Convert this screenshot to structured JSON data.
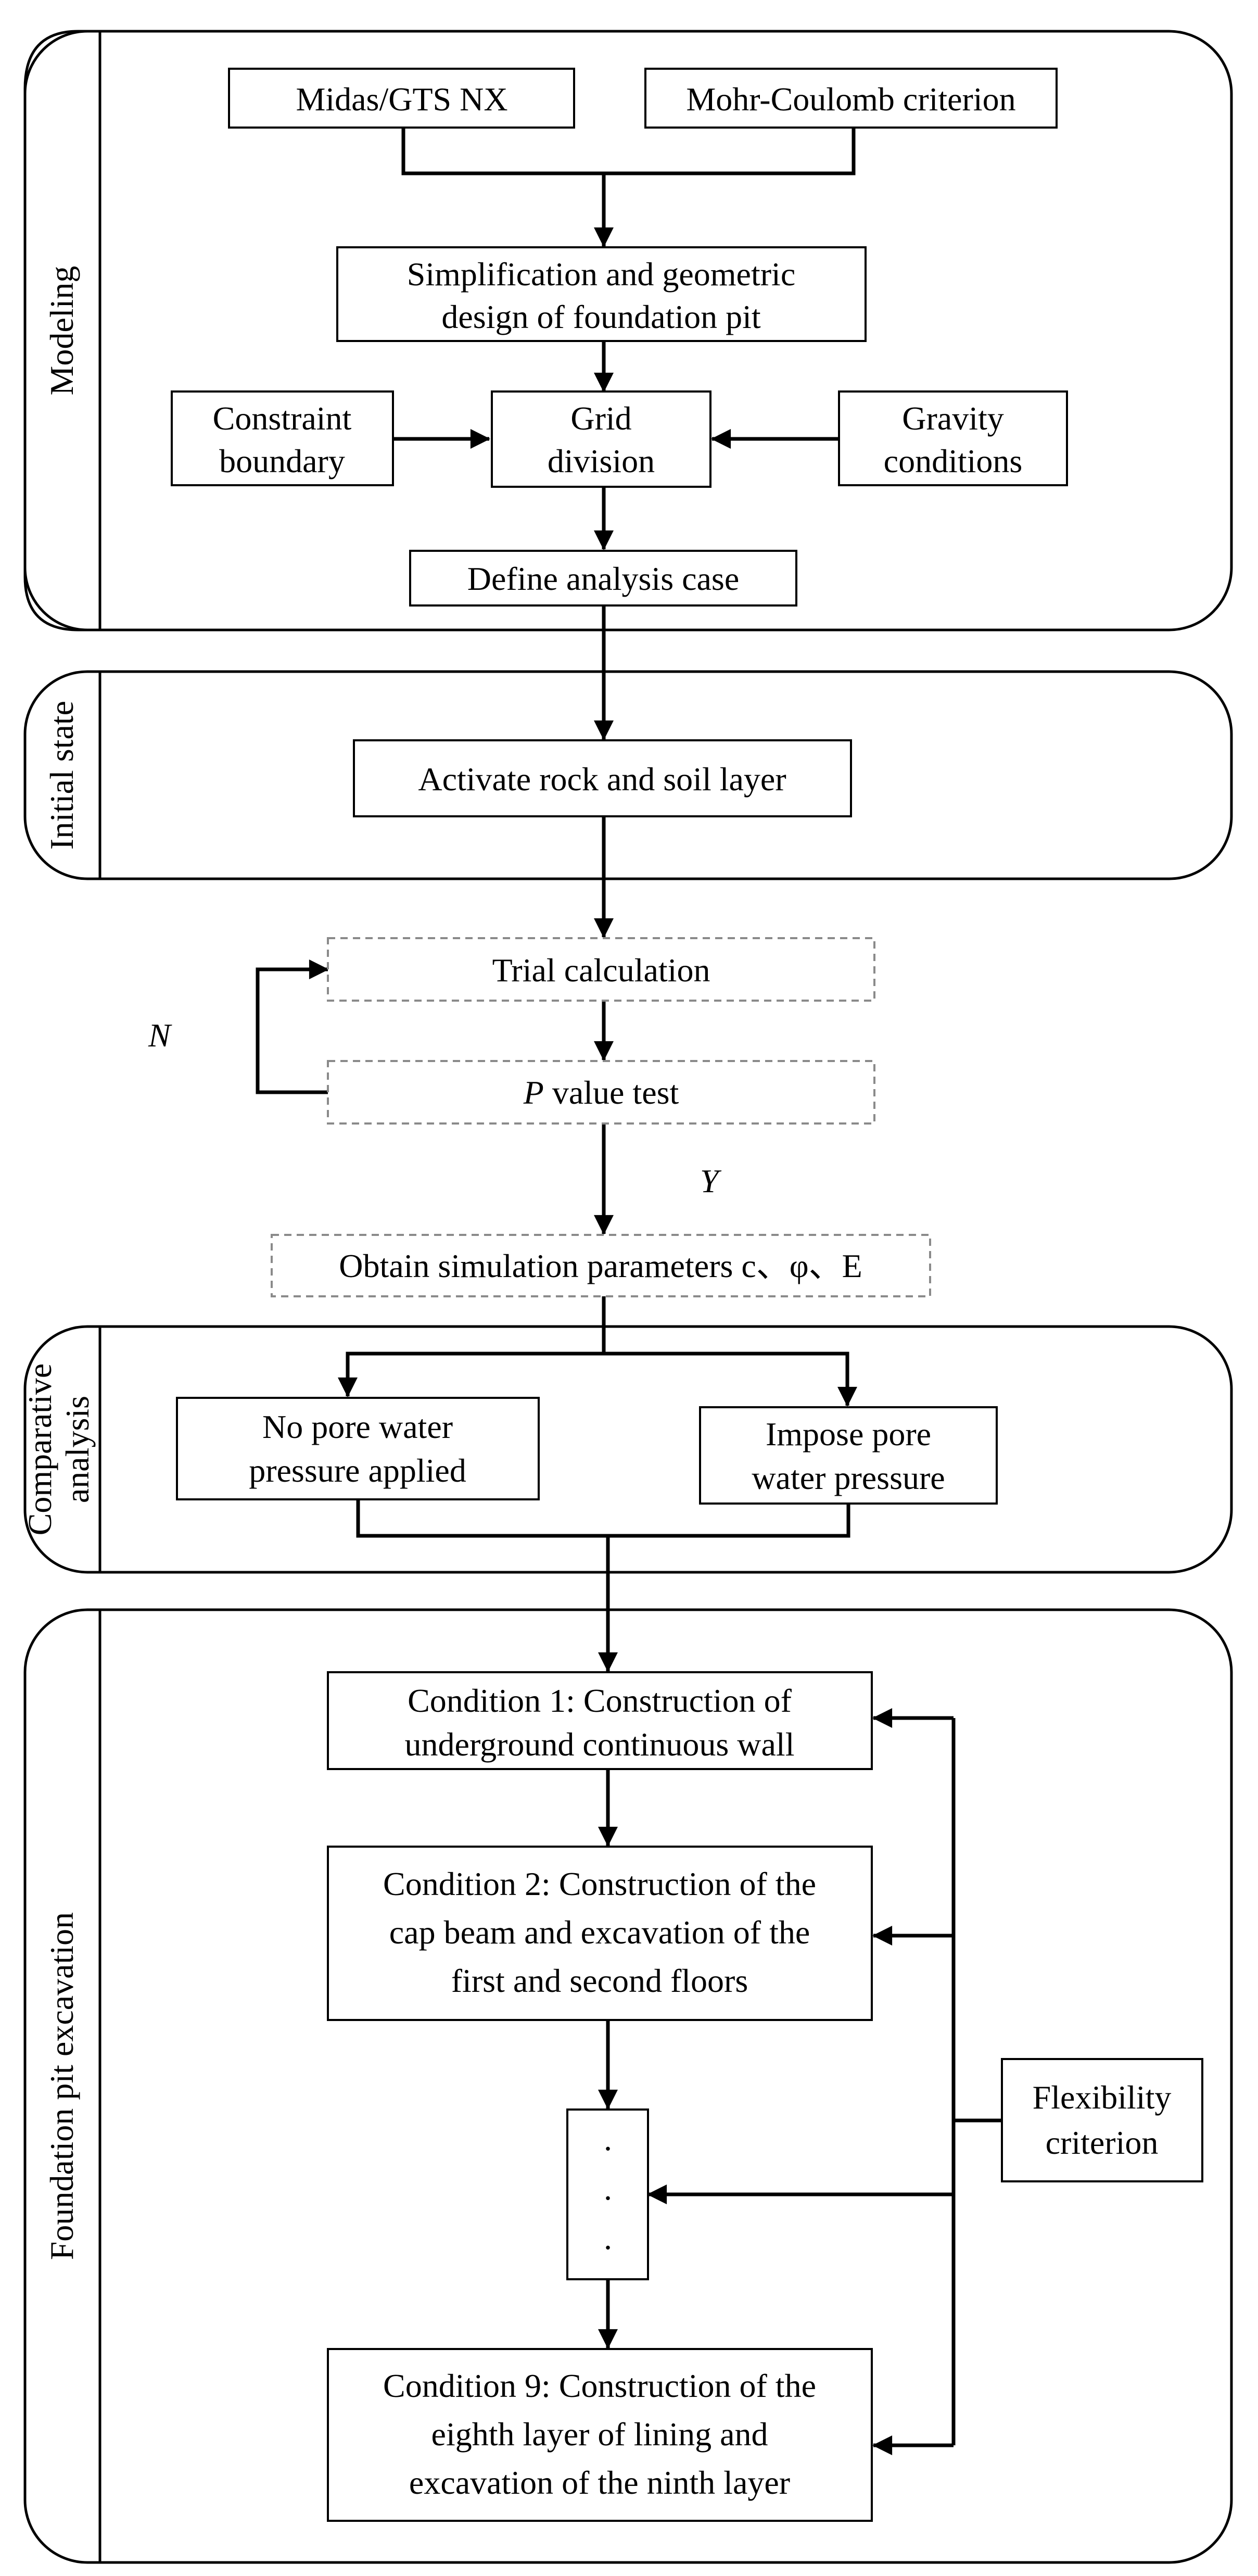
{
  "sections": {
    "modeling": "Modeling",
    "initial_state": "Initial state",
    "comparative_line1": "Comparative",
    "comparative_line2": "analysis",
    "excavation": "Foundation pit excavation"
  },
  "nodes": {
    "midas": "Midas/GTS NX",
    "mohr": "Mohr-Coulomb criterion",
    "simplification_l1": "Simplification and geometric",
    "simplification_l2": "design of foundation pit",
    "constraint_l1": "Constraint",
    "constraint_l2": "boundary",
    "grid_l1": "Grid",
    "grid_l2": "division",
    "gravity_l1": "Gravity",
    "gravity_l2": "conditions",
    "define_case": "Define analysis case",
    "activate": "Activate rock and soil layer",
    "trial": "Trial calculation",
    "p_test_var": "P",
    "p_test_rest": " value test",
    "obtain_params": "Obtain simulation parameters c、φ、E",
    "no_pore_l1": "No pore water",
    "no_pore_l2": "pressure applied",
    "impose_pore_l1": "Impose pore",
    "impose_pore_l2": "water pressure",
    "cond1_l1": "Condition 1: Construction of",
    "cond1_l2": "underground continuous wall",
    "cond2_l1": "Condition 2: Construction of the",
    "cond2_l2": "cap beam and excavation of the",
    "cond2_l3": "first and second floors",
    "ellipsis_dot": ".",
    "cond9_l1": "Condition 9: Construction of the",
    "cond9_l2": "eighth layer of lining and",
    "cond9_l3": "excavation of the ninth layer",
    "flex_l1": "Flexibility",
    "flex_l2": "criterion"
  },
  "decisions": {
    "no": "N",
    "yes": "Y"
  }
}
